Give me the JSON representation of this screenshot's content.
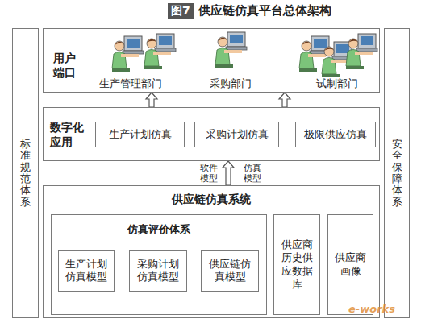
{
  "diagram": {
    "title": "供应链仿真平台总体架构",
    "nodes": [
      {
        "text": [
          "标准规范体系"
        ]
      },
      {
        "text": [
          "用户端口"
        ]
      },
      {
        "text": [
          "数字化应用"
        ]
      },
      {
        "text": [
          "生产计划仿真"
        ],
        "in": 2
      },
      {
        "text": [
          "采购计划仿真"
        ],
        "in": 2
      },
      {
        "text": [
          "极限供应仿真"
        ],
        "in": 2
      },
      {
        "text": [
          "供应链仿真系统"
        ]
      },
      {
        "text": [
          "仿真评价体系"
        ],
        "in": 6
      },
      {
        "text": [
          "生产计划仿真模型"
        ],
        "in": 7
      },
      {
        "text": [
          "采购计划仿真模型"
        ],
        "in": 7
      },
      {
        "text": [
          "供应链仿真模型"
        ],
        "in": 7
      },
      {
        "text": [
          "供应商历史供应数据库"
        ],
        "in": 6
      },
      {
        "text": [
          "供应商画像"
        ],
        "in": 6
      },
      {
        "text": [
          "安全保障体系"
        ]
      }
    ],
    "edges": [
      {
        "from": 2,
        "to": 1,
        "arrow": "to"
      },
      {
        "from": 2,
        "to": 1,
        "arrow": "to"
      },
      {
        "from": 6,
        "to": 2,
        "arrow": "to",
        "label": "软件模型"
      }
    ],
    "labels": [
      "图7",
      "生产管理部门",
      "采购部门",
      "试制部门",
      "仿真模型",
      "e-works"
    ]
  }
}
